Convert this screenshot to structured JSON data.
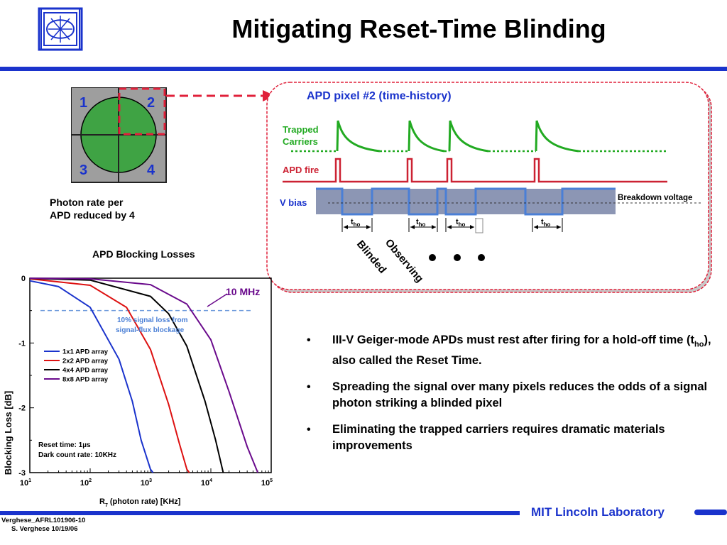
{
  "slide": {
    "title": "Mitigating Reset-Time Blinding",
    "photon_note_line1": "Photon rate per",
    "photon_note_line2": "APD reduced by 4",
    "quadrants": [
      "1",
      "2",
      "3",
      "4"
    ],
    "footer_lab": "MIT Lincoln Laboratory",
    "footer_id": "Verghese_AFRL101906-10",
    "footer_author": "S. Verghese 10/19/06"
  },
  "timing": {
    "title": "APD pixel #2  (time-history)",
    "trapped_line1": "Trapped",
    "trapped_line2": "Carriers",
    "apd_fire": "APD fire",
    "v_bias": "V bias",
    "breakdown": "Breakdown voltage",
    "t_ho": "t",
    "t_ho_sub": "ho",
    "blinded": "Blinded",
    "observing": "Observing",
    "colors": {
      "trapped": "#22aa22",
      "fire": "#cc2233",
      "bias": "#4a7fd6",
      "bias_fill": "#8c96b4"
    }
  },
  "bullets": [
    {
      "pre": "III-V Geiger-mode APDs must rest after firing for a hold-off time (t",
      "sub": "ho",
      "post": "), also called the Reset Time."
    },
    {
      "pre": "Spreading the signal over many pixels reduces the odds of a signal photon striking a blinded pixel",
      "sub": "",
      "post": ""
    },
    {
      "pre": "Eliminating the trapped carriers requires dramatic materials improvements",
      "sub": "",
      "post": ""
    }
  ],
  "chart_data": {
    "type": "line",
    "title": "APD Blocking Losses",
    "xlabel": "R",
    "xlabel_sub": "7",
    "xlabel_rest": "(photon rate)     [KHz]",
    "ylabel": "Blocking Loss [dB]",
    "x_scale": "log",
    "xlim": [
      10,
      100000
    ],
    "ylim": [
      -3,
      0
    ],
    "x_ticks": [
      10,
      100,
      1000,
      10000,
      100000
    ],
    "x_tick_labels": [
      {
        "base": "10",
        "exp": "1"
      },
      {
        "base": "10",
        "exp": "2"
      },
      {
        "base": "10",
        "exp": "3"
      },
      {
        "base": "10",
        "exp": "4"
      },
      {
        "base": "10",
        "exp": "5"
      }
    ],
    "y_ticks": [
      0,
      -1,
      -2,
      -3
    ],
    "y_tick_labels": [
      "0",
      "-1",
      "-2",
      "-3"
    ],
    "series": [
      {
        "name": "1x1 APD array",
        "color": "#1a33cc",
        "x": [
          10,
          30,
          100,
          300,
          500,
          700,
          1000,
          1100
        ],
        "y": [
          -0.04,
          -0.13,
          -0.45,
          -1.25,
          -1.9,
          -2.5,
          -2.95,
          -3.0
        ]
      },
      {
        "name": "2x2 APD array",
        "color": "#dd1111",
        "x": [
          10,
          100,
          400,
          1000,
          2000,
          3000,
          4000,
          4400
        ],
        "y": [
          -0.01,
          -0.11,
          -0.45,
          -1.1,
          -1.95,
          -2.55,
          -2.95,
          -3.0
        ]
      },
      {
        "name": "4x4 APD array",
        "color": "#000000",
        "x": [
          10,
          100,
          1000,
          2000,
          4000,
          8000,
          12000,
          16000
        ],
        "y": [
          -0.003,
          -0.03,
          -0.28,
          -0.55,
          -1.05,
          -1.9,
          -2.5,
          -3.0
        ]
      },
      {
        "name": "8x8 APD array",
        "color": "#6a0a8c",
        "x": [
          10,
          100,
          1000,
          4000,
          10000,
          20000,
          40000,
          60000
        ],
        "y": [
          -0.001,
          -0.01,
          -0.1,
          -0.4,
          -0.95,
          -1.75,
          -2.6,
          -3.0
        ]
      }
    ],
    "threshold": {
      "y": -0.5,
      "label_line1": "10% signal loss from",
      "label_line2": "signal-flux blockage",
      "color": "#6f9bdc"
    },
    "annotation": {
      "text": "10 MHz",
      "color": "#6a0a8c"
    },
    "reset_note_line1": "Reset time: 1µs",
    "reset_note_line2": "Dark count rate: 10KHz",
    "legend_position": "center-left",
    "grid": false
  }
}
